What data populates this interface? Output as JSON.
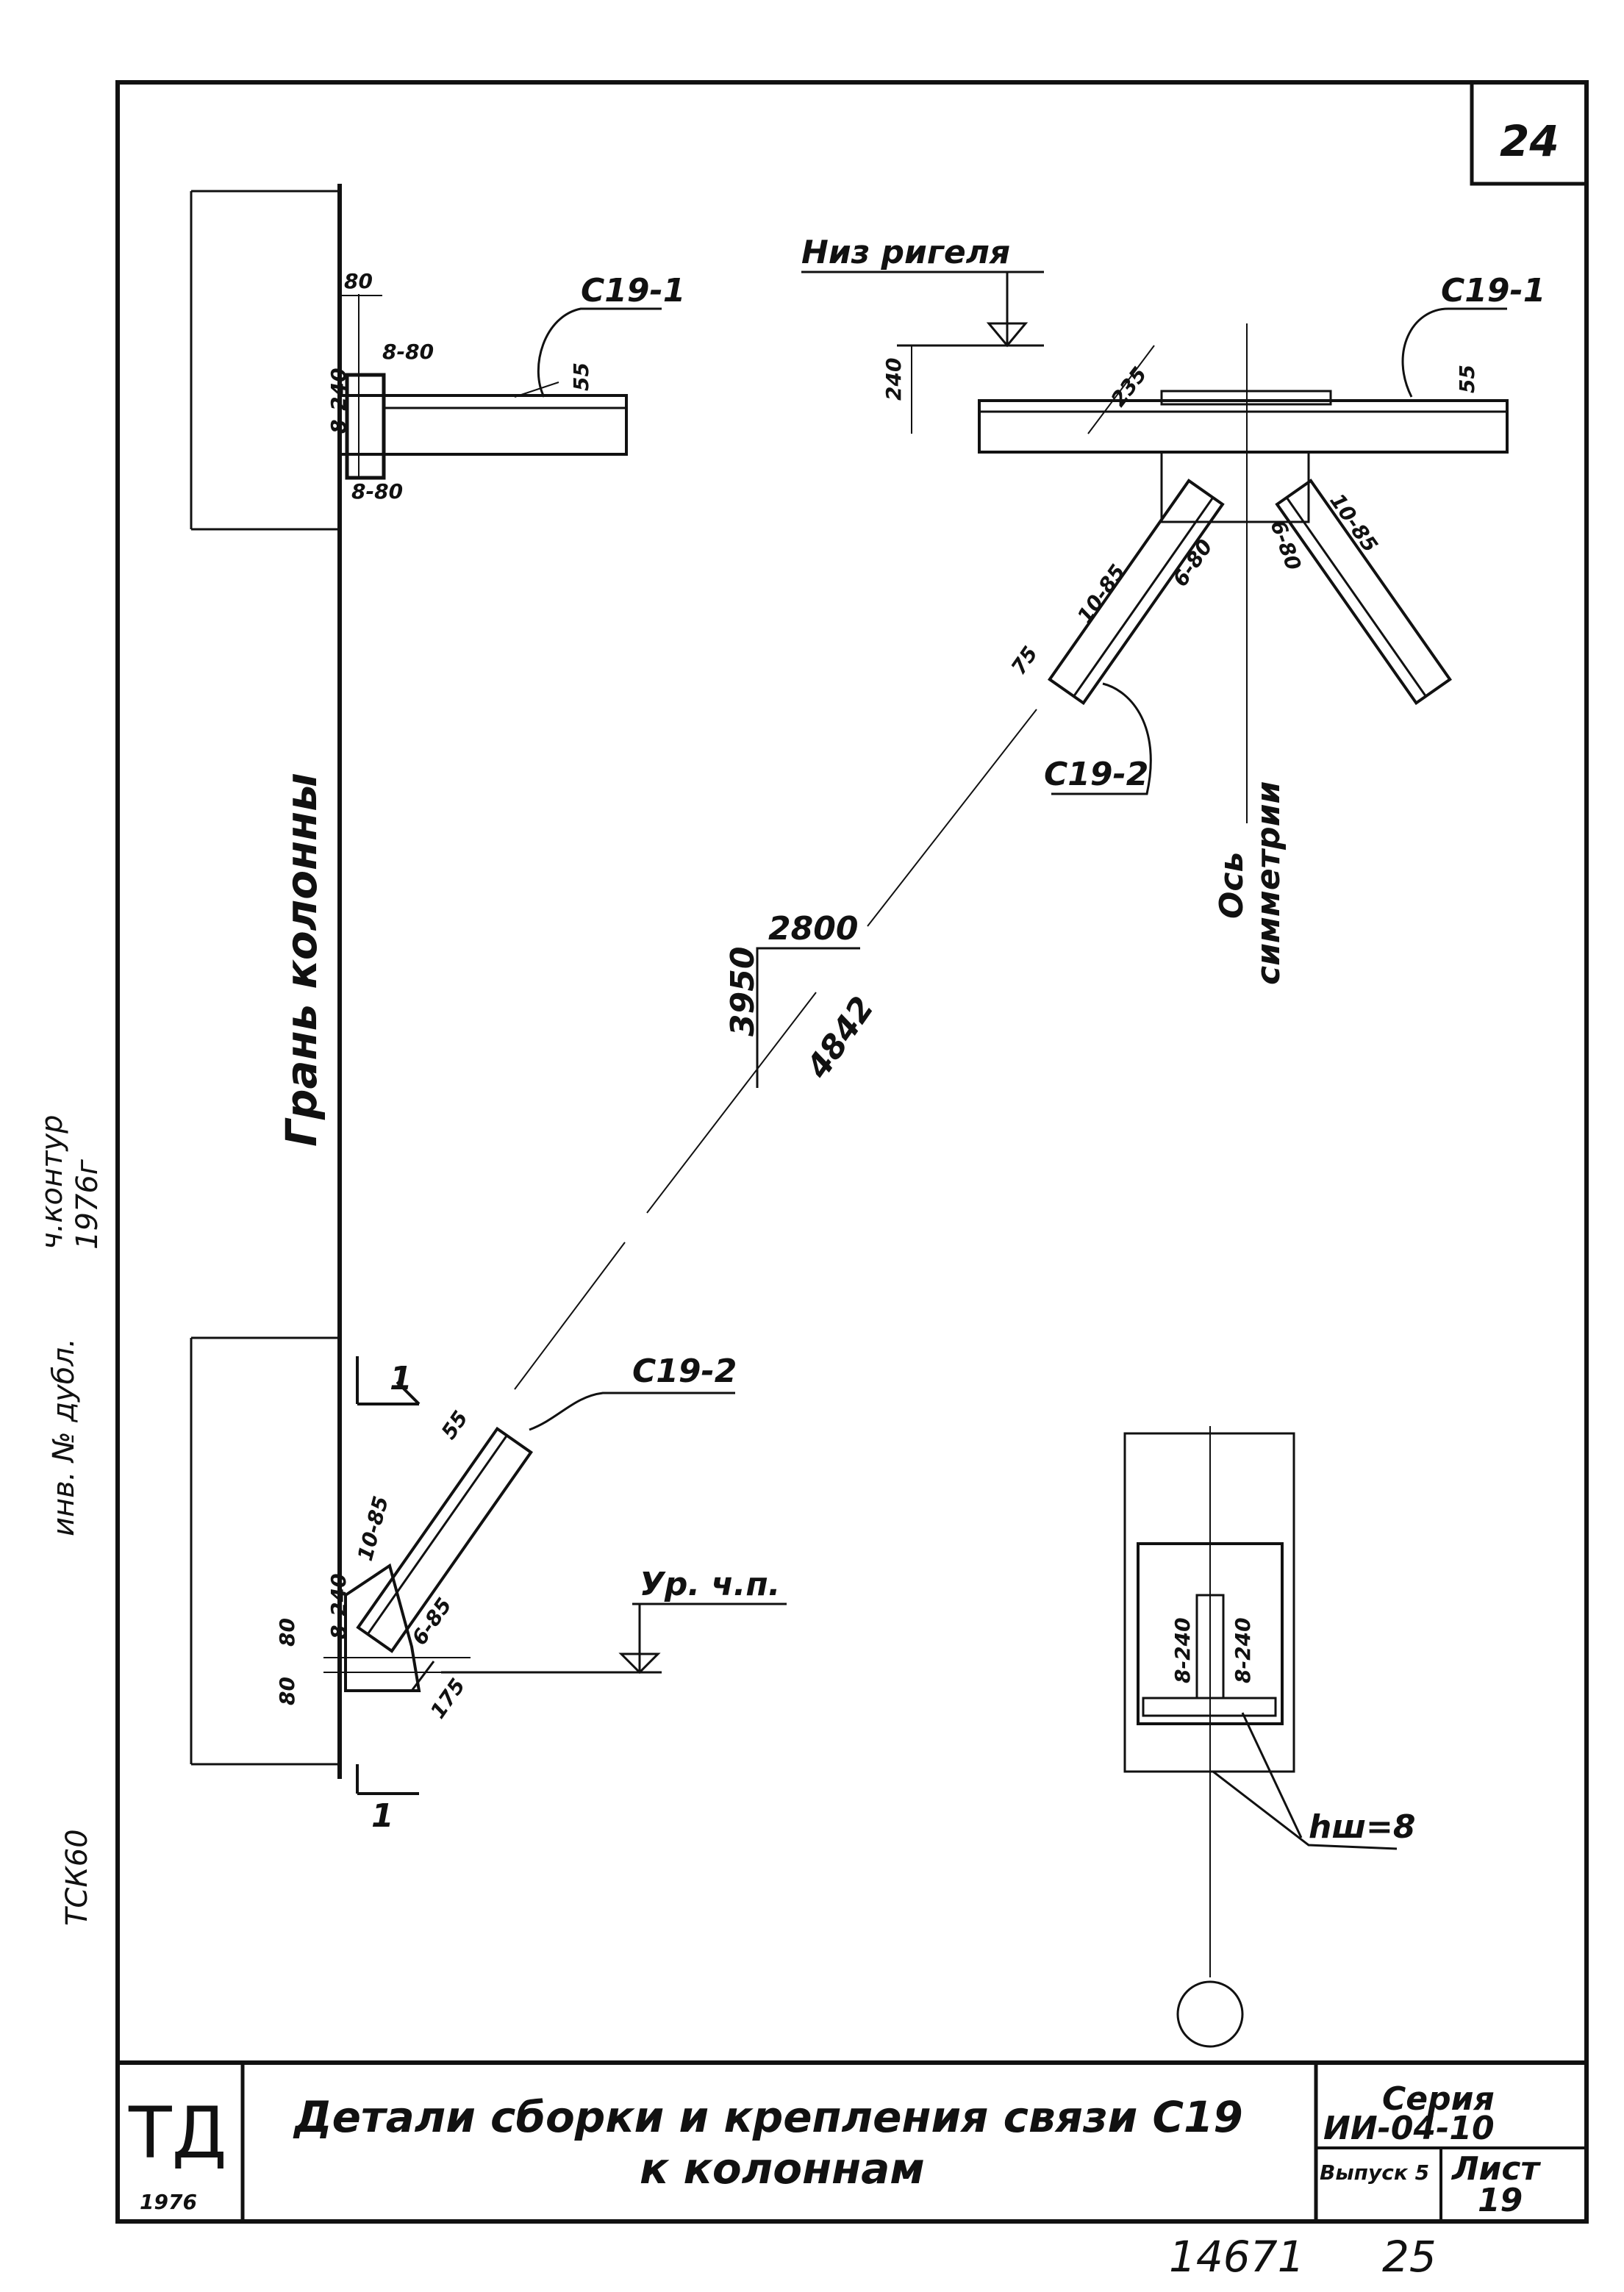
{
  "sheet": {
    "corner_number": "24",
    "margin_vertical_text": [
      "ч.контур",
      "1976г",
      "инв. № дубл.",
      "ТСК60"
    ]
  },
  "labels": {
    "c19_1_left": "С19-1",
    "c19_1_right": "С19-1",
    "c19_2_upper": "С19-2",
    "c19_2_lower": "С19-2",
    "girder_bottom": "Низ ригеля",
    "floor_level": "Ур. ч.п.",
    "column_face": "Грань колонны",
    "symmetry_axis": [
      "Ось",
      "симметрии"
    ],
    "section_mark": "1",
    "weld_leg": "hш=8"
  },
  "dimensions": {
    "d_80_top": "80",
    "d_8_240_top": "8-240",
    "d_8_80_a": "8-80",
    "d_8_80_b": "8-80",
    "d_55_left": "55",
    "d_240": "240",
    "d_235": "235",
    "d_55_right": "55",
    "d_10_85_a": "10-85",
    "d_6_80_a": "6-80",
    "d_6_80_b": "6-80",
    "d_10_85_b": "10-85",
    "d_75": "75",
    "d_2800": "2800",
    "d_3950": "3950",
    "d_4842": "4842",
    "d_55_lower": "55",
    "d_10_85_c": "10-85",
    "d_8_240_lower": "8-240",
    "d_6_85": "6-85",
    "d_80_lower": "80",
    "d_80_lower_b": "80",
    "d_175": "175",
    "d_8_240_s1": "8-240",
    "d_8_240_s2": "8-240"
  },
  "title_block": {
    "logo": "ТД",
    "year": "1976",
    "title_line1": "Детали сборки и крепления связи С19",
    "title_line2": "к колоннам",
    "series_label": "Серия",
    "series_value": "ИИ-04-10",
    "issue_label": "Выпуск 5",
    "sheet_label": "Лист",
    "sheet_value": "19"
  },
  "footer": {
    "inventory": "14671",
    "page": "25"
  }
}
